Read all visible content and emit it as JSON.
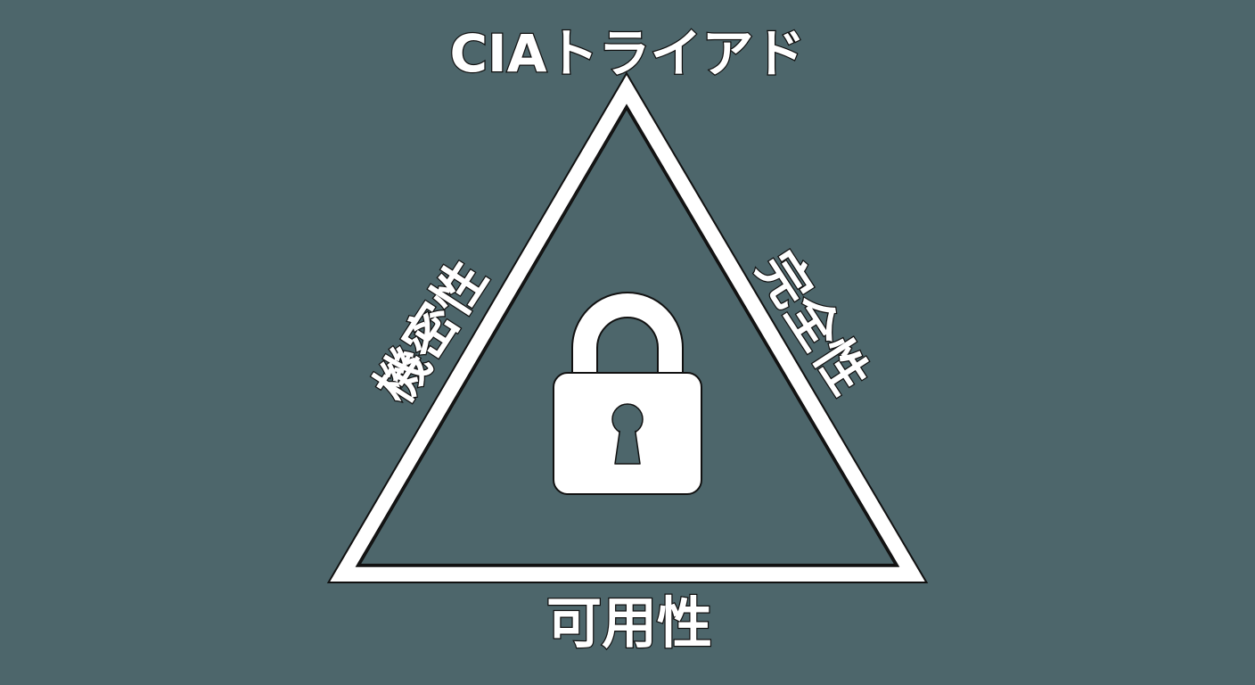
{
  "diagram": {
    "title": "CIAトライアド",
    "vertices": {
      "confidentiality": "機密性",
      "integrity": "完全性",
      "availability": "可用性"
    },
    "center_icon": "padlock-icon",
    "colors": {
      "background": "#4d666b",
      "foreground": "#ffffff",
      "outline": "#111111"
    }
  }
}
